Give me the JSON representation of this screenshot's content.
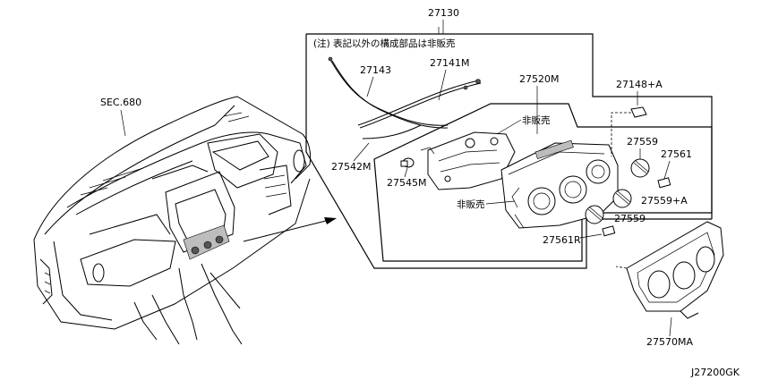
{
  "labels": {
    "assembly": "27130",
    "note": "(注) 表記以外の構成部品は非販売",
    "sec": "SEC.680",
    "cable_a": "27143",
    "cable_b": "27141M",
    "cable_c": "27542M",
    "control_unit": "27520M",
    "not_sold_top": "非販売",
    "not_sold_mid": "非販売",
    "bulb": "27545M",
    "cap": "27148+A",
    "knob_top": "27559",
    "knob_mid": "27559+A",
    "knob_bot": "27559",
    "switch_right": "27561",
    "switch_bot": "27561R",
    "finisher": "27570MA",
    "diagram_code": "J27200GK"
  }
}
